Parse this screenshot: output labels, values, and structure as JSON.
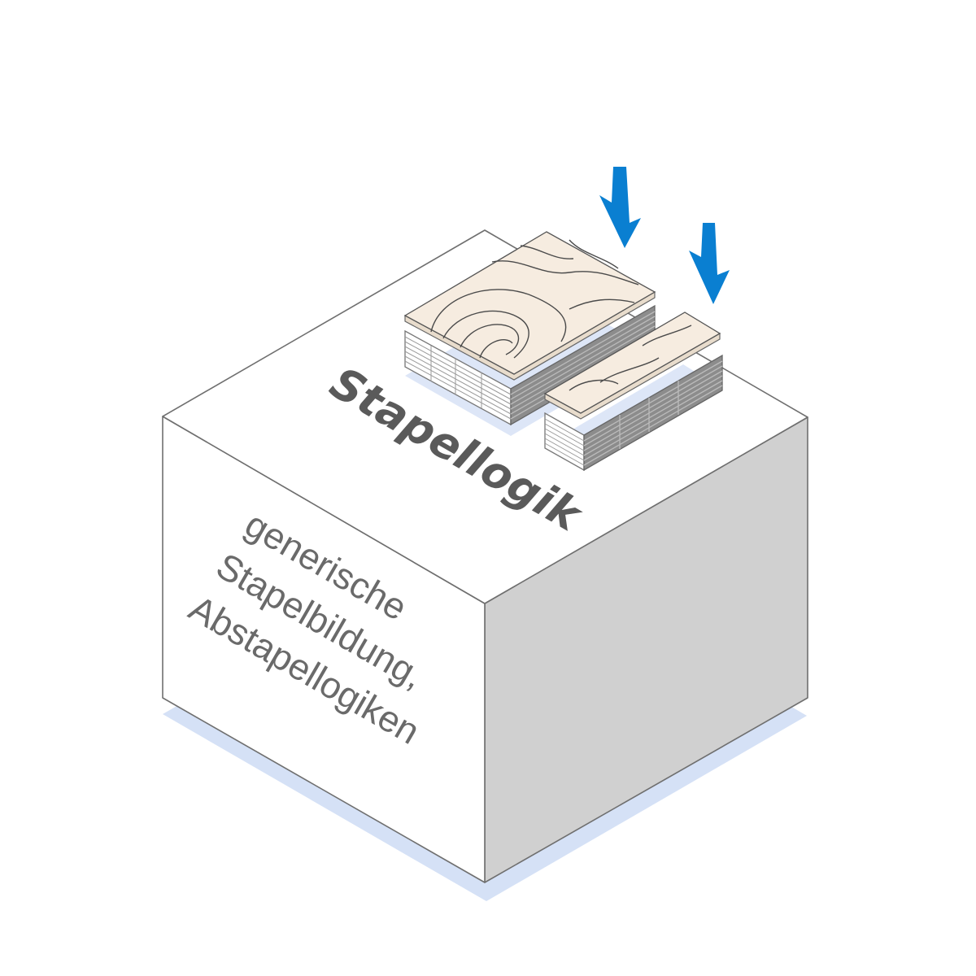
{
  "cube": {
    "top_label": "Stapellogik",
    "side_lines": [
      "generische",
      "Stapelbildung,",
      "Abstapellogiken"
    ]
  },
  "colors": {
    "arrow": "#0a7fd1",
    "shadow": "#d5e1f6",
    "front_face": "#ffffff",
    "right_face": "#d0d0d0",
    "top_face": "#ffffff",
    "wood": "#f6ece0",
    "stack_dark": "#8c8c8c"
  },
  "icons": [
    "down-arrow-icon",
    "down-arrow-icon"
  ]
}
